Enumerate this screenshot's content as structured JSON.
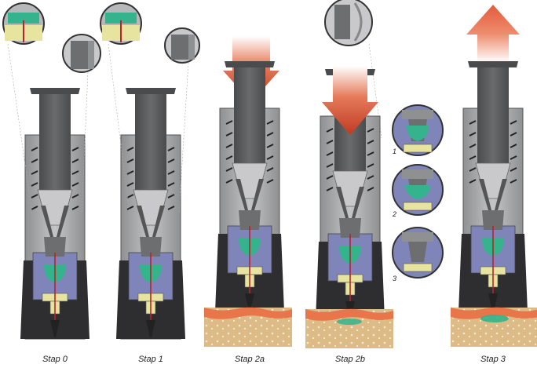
{
  "steps": [
    {
      "label": "Stap 0"
    },
    {
      "label": "Stap 1"
    },
    {
      "label": "Stap 2a"
    },
    {
      "label": "Stap 2b"
    },
    {
      "label": "Stap 3"
    }
  ],
  "details": [
    {
      "label": "1"
    },
    {
      "label": "2"
    },
    {
      "label": "3"
    }
  ],
  "colors": {
    "body": "#a9aaab",
    "plunger": "#5d5e60",
    "dark_base": "#2e2e30",
    "inner_blue": "#7f85b8",
    "drug": "#35b38c",
    "needle_red": "#b8232a",
    "tan": "#e7e4a0",
    "skin": "#e9764b",
    "tissue": "#d9b783",
    "arrow": "#c9442a"
  }
}
